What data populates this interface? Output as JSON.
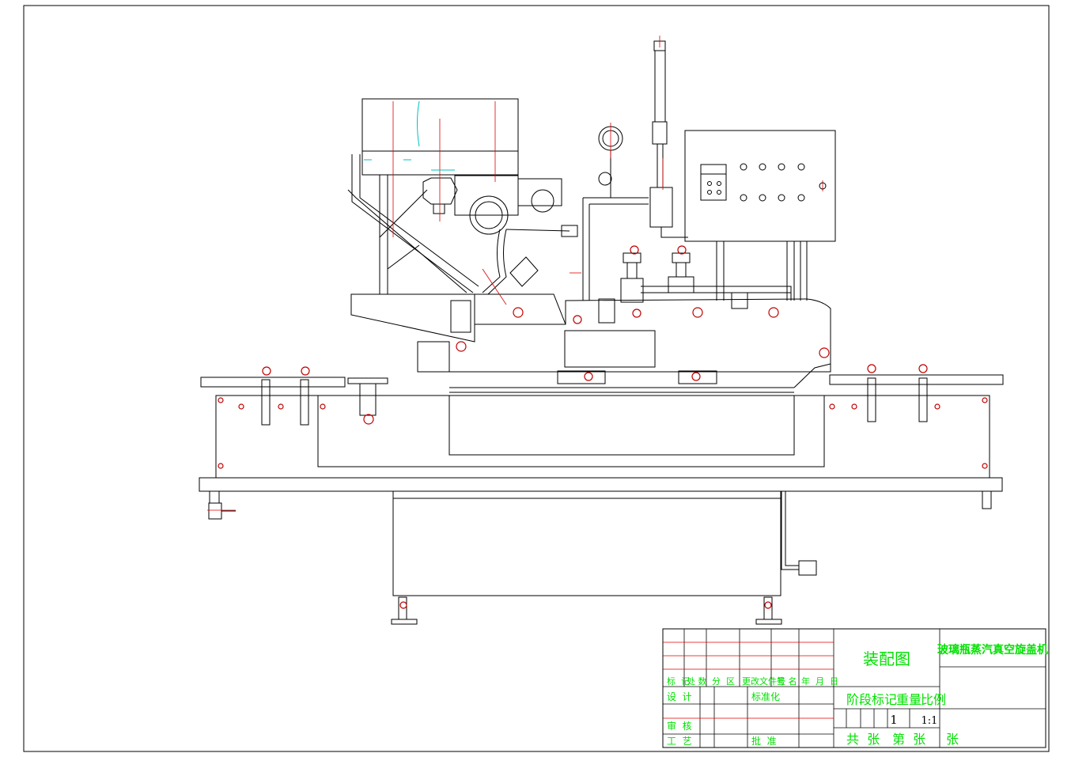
{
  "title_block": {
    "drawing_type": "装配图",
    "product_name": "玻璃瓶蒸汽真空旋盖机",
    "stage_header": "阶段标记",
    "weight_header": "重量",
    "scale_header": "比例",
    "quantity": "1",
    "scale": "1:1",
    "sheets_total": "共  张",
    "sheet_no": "第  张",
    "sheets_word": "张",
    "rev_cols": [
      "标  记",
      "处 数",
      "分  区",
      "更改文件号",
      "签 名",
      "年  月  日"
    ],
    "design": "设  计",
    "standardize": "标准化",
    "review": "审  核",
    "process": "工  艺",
    "approve": "批  准"
  },
  "colors": {
    "line": "#000000",
    "center_line": "#e00000",
    "text": "#00e000",
    "accent": "#00c0c0"
  }
}
